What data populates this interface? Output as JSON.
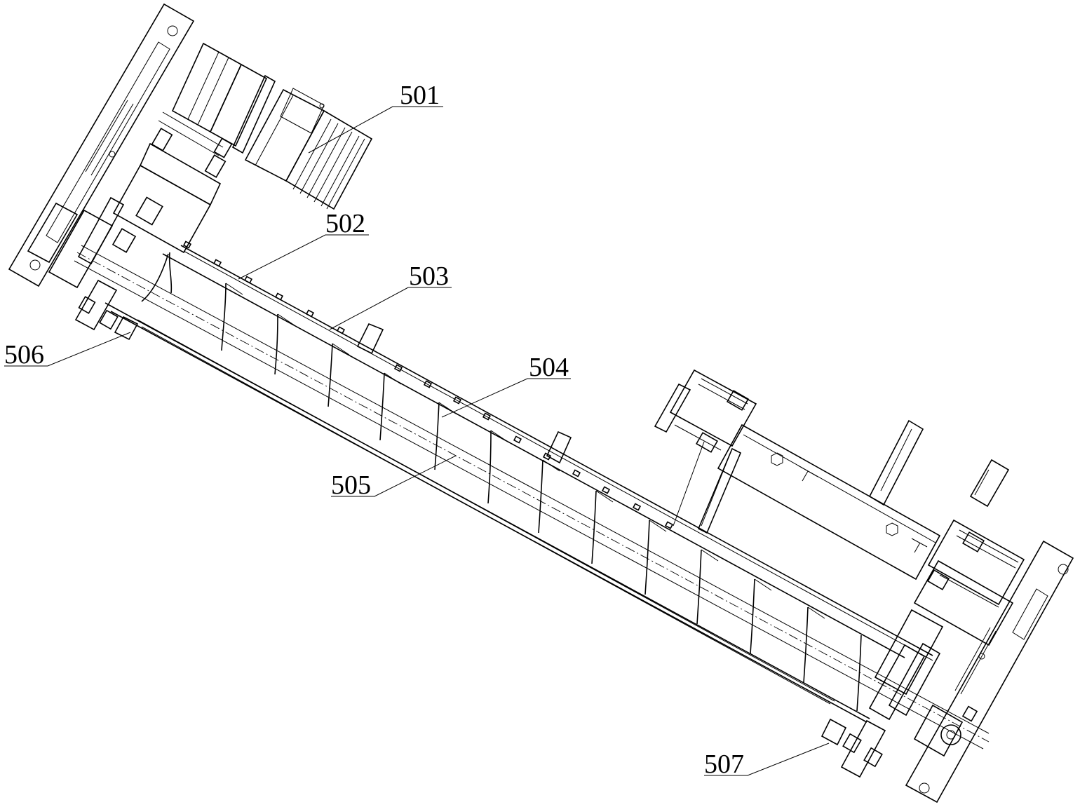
{
  "callouts": [
    {
      "id": "501",
      "text": "501"
    },
    {
      "id": "502",
      "text": "502"
    },
    {
      "id": "503",
      "text": "503"
    },
    {
      "id": "504",
      "text": "504"
    },
    {
      "id": "505",
      "text": "505"
    },
    {
      "id": "506",
      "text": "506"
    },
    {
      "id": "507",
      "text": "507"
    }
  ]
}
